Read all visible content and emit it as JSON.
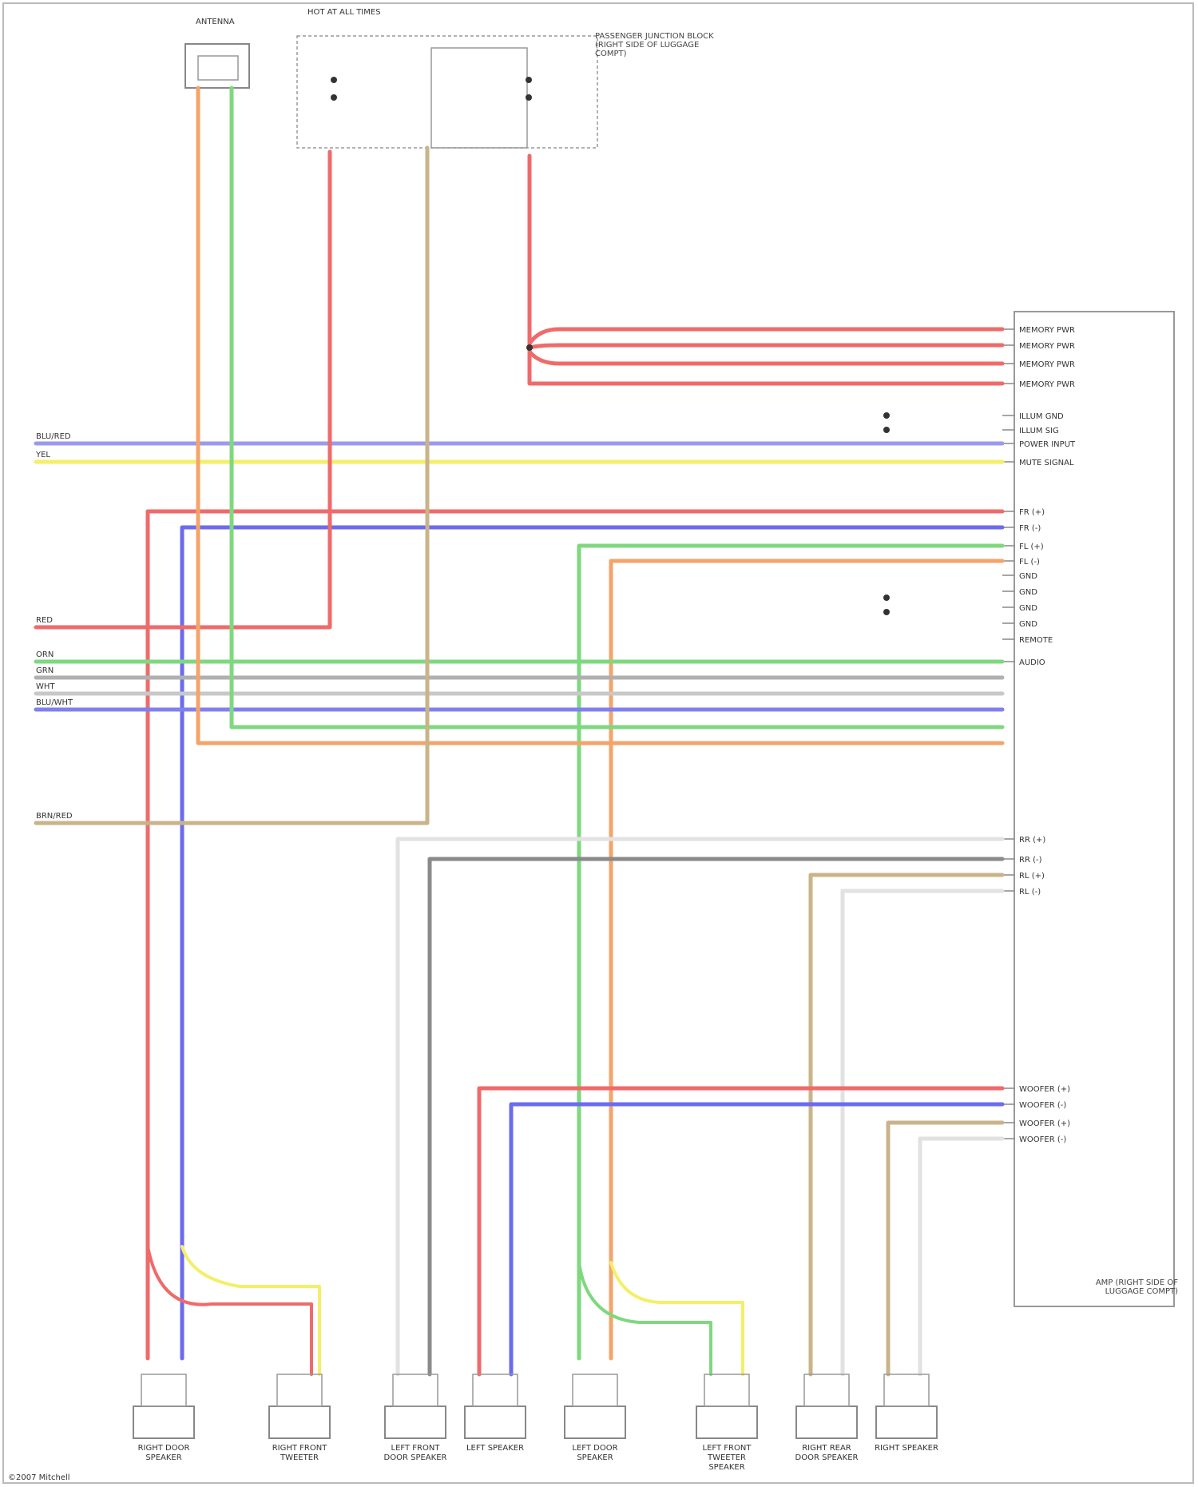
{
  "title": "",
  "antenna_label": "ANTENNA",
  "fuse_box": {
    "label": "HOT AT ALL TIMES",
    "relay_block": "PASSENGER JUNCTION BLOCK (RIGHT SIDE OF LUGGAGE COMPT)"
  },
  "amp_label": "AMP (RIGHT SIDE OF LUGGAGE COMPT)",
  "amp_pins": [
    "MEMORY PWR",
    "MEMORY PWR",
    "MEMORY PWR",
    "MEMORY PWR",
    "ILLUM GND",
    "ILLUM SIG",
    "POWER INPUT",
    "MUTE SIGNAL",
    "FR (+)",
    "FR (-)",
    "FL (+)",
    "FL (-)",
    "GND",
    "GND",
    "GND",
    "GND",
    "REMOTE",
    "AUDIO",
    "RR (+)",
    "RR (-)",
    "RL (+)",
    "RL (-)",
    "WOOFER (+)",
    "WOOFER (-)",
    "WOOFER (+)",
    "WOOFER (-)"
  ],
  "left_inputs": [
    "BLU/RED",
    "YEL",
    "RED",
    "ORN",
    "GRN",
    "WHT",
    "BLU/WHT",
    "BRN/RED"
  ],
  "speakers": [
    "RIGHT DOOR SPEAKER",
    "RIGHT FRONT TWEETER",
    "LEFT FRONT DOOR SPEAKER",
    "LEFT SPEAKER",
    "LEFT DOOR SPEAKER",
    "LEFT FRONT TWEETER SPEAKER",
    "RIGHT REAR DOOR SPEAKER",
    "RIGHT SPEAKER"
  ],
  "colors": {
    "red": "#f06a6a",
    "blue": "#6b6bf0",
    "green": "#7fd87f",
    "orange": "#f4a46a",
    "yellow": "#f4ef6a",
    "gray": "#8a8a8a",
    "tan": "#c9b48a",
    "light_gray": "#cfcfcf"
  },
  "footer": "©2007 Mitchell"
}
